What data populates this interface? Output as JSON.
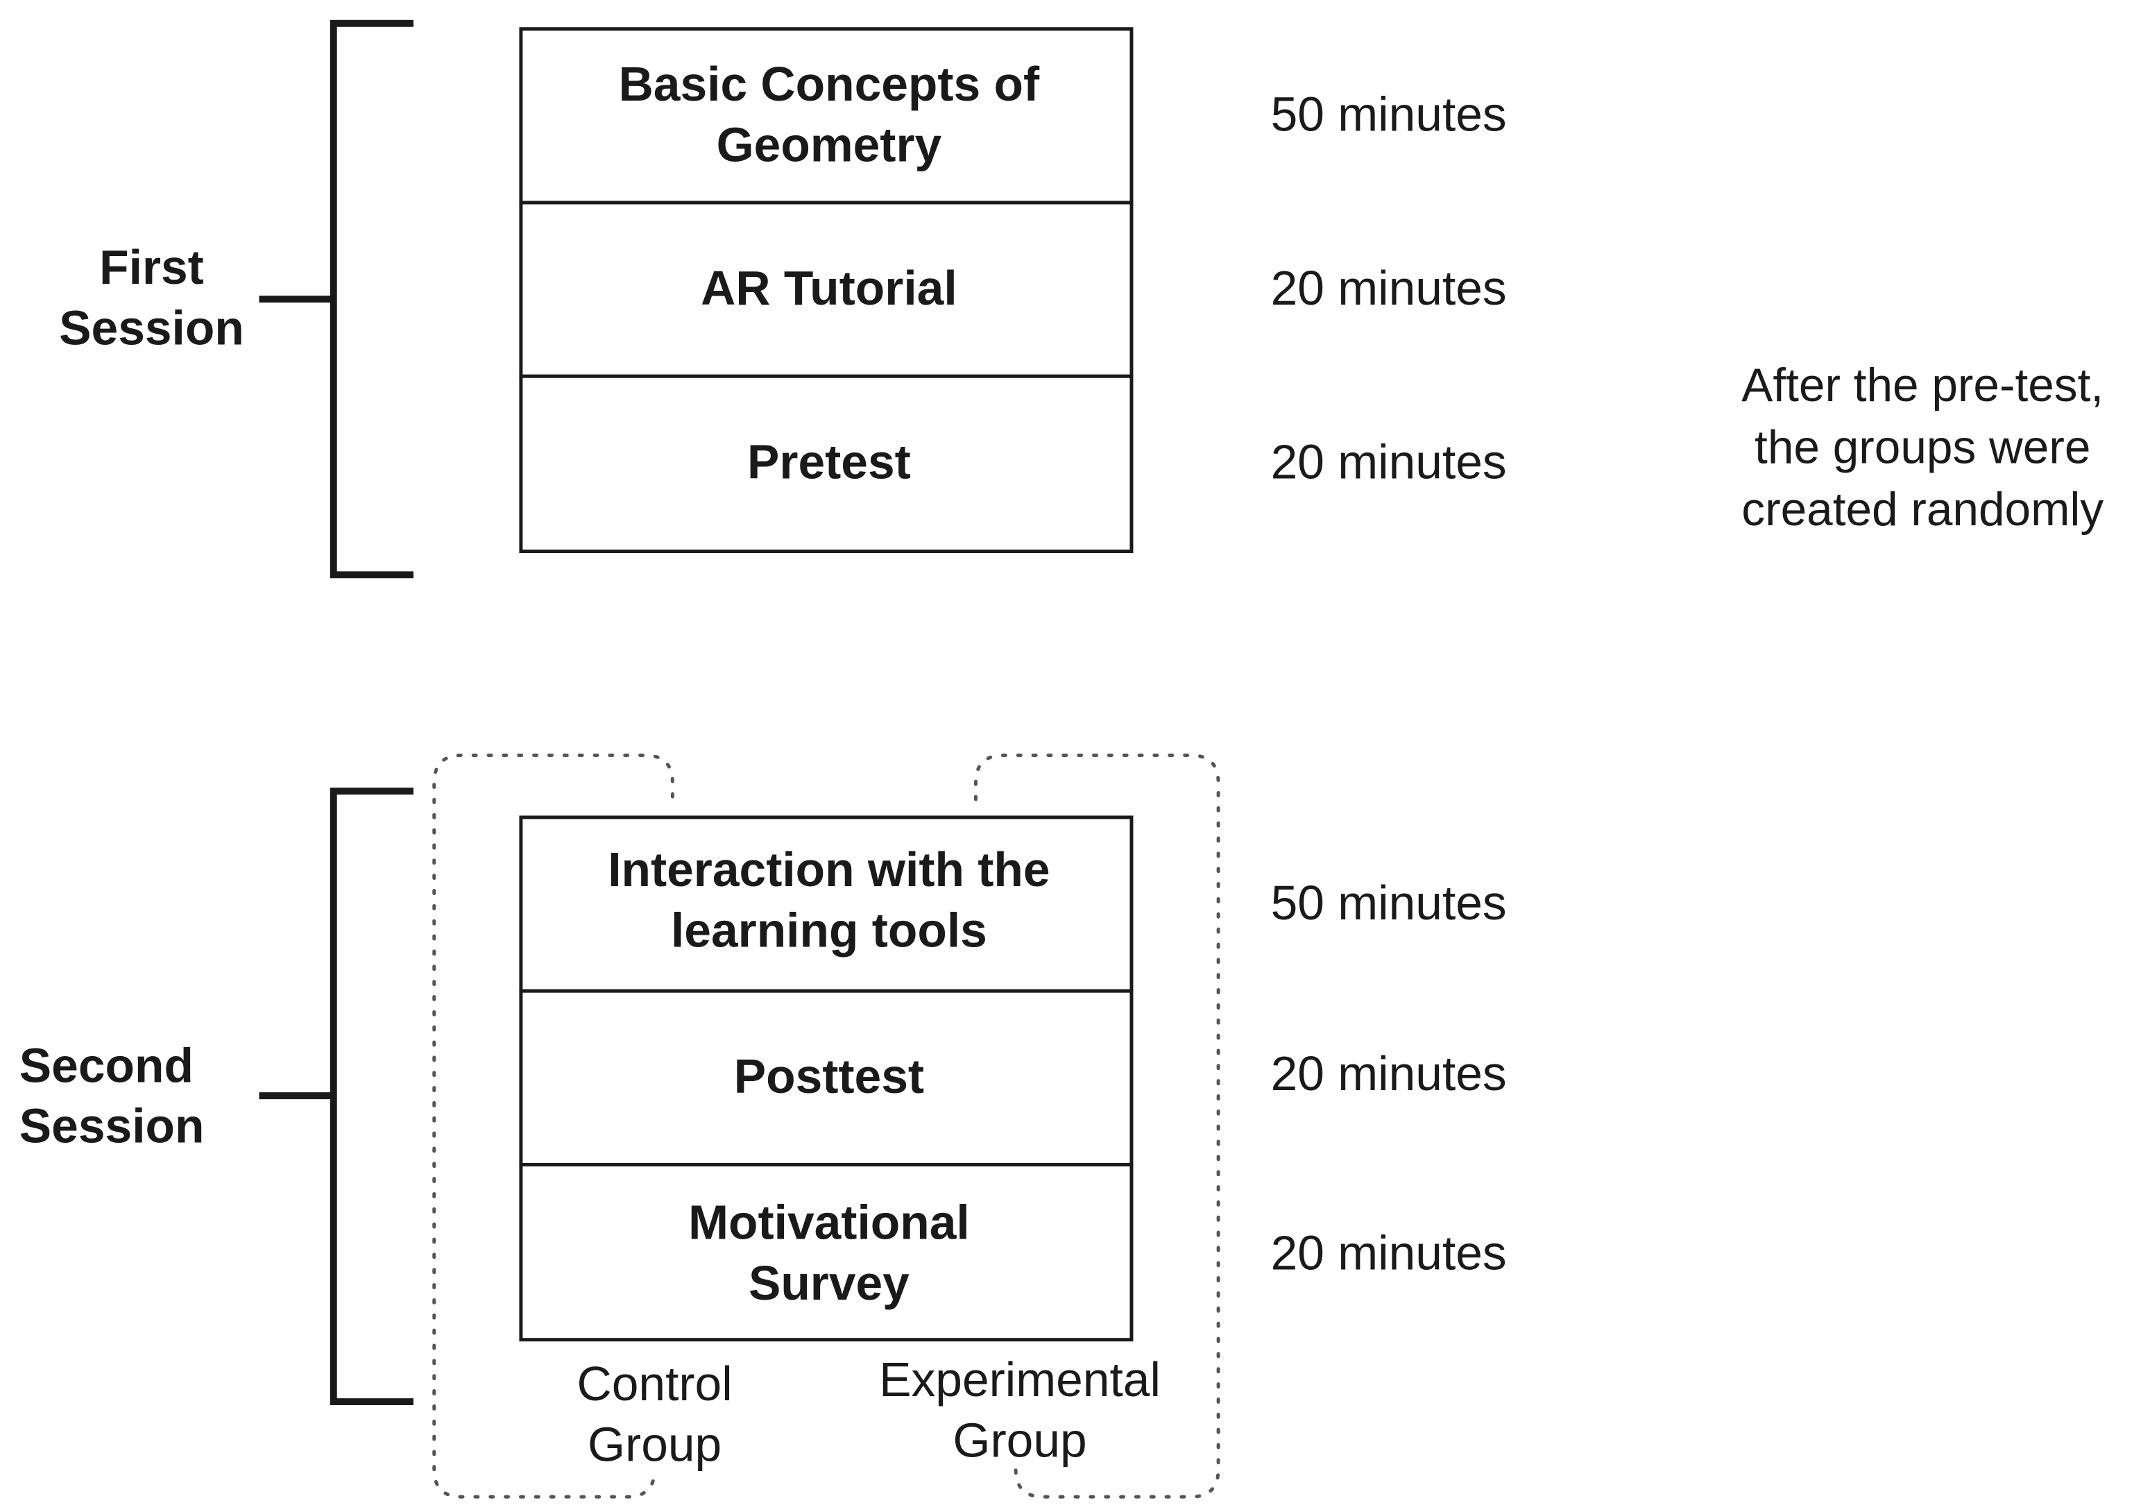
{
  "first_session": {
    "label_line1": "First",
    "label_line2": "Session",
    "steps": [
      {
        "line1": "Basic Concepts of",
        "line2": "Geometry",
        "duration": "50 minutes"
      },
      {
        "line1": "AR Tutorial",
        "line2": "",
        "duration": "20 minutes"
      },
      {
        "line1": "Pretest",
        "line2": "",
        "duration": "20 minutes"
      }
    ]
  },
  "note": {
    "line1": "After the pre-test,",
    "line2": "the groups were",
    "line3": "created randomly"
  },
  "second_session": {
    "label_line1": "Second",
    "label_line2": "Session",
    "steps": [
      {
        "line1": "Interaction with the",
        "line2": "learning tools",
        "duration": "50 minutes"
      },
      {
        "line1": "Posttest",
        "line2": "",
        "duration": "20 minutes"
      },
      {
        "line1": "Motivational",
        "line2": "Survey",
        "duration": "20 minutes"
      }
    ],
    "groups": [
      {
        "line1": "Control",
        "line2": "Group"
      },
      {
        "line1": "Experimental",
        "line2": "Group"
      }
    ]
  },
  "colors": {
    "stroke": "#1a1a1a",
    "dotted": "#555555",
    "background": "#ffffff"
  }
}
